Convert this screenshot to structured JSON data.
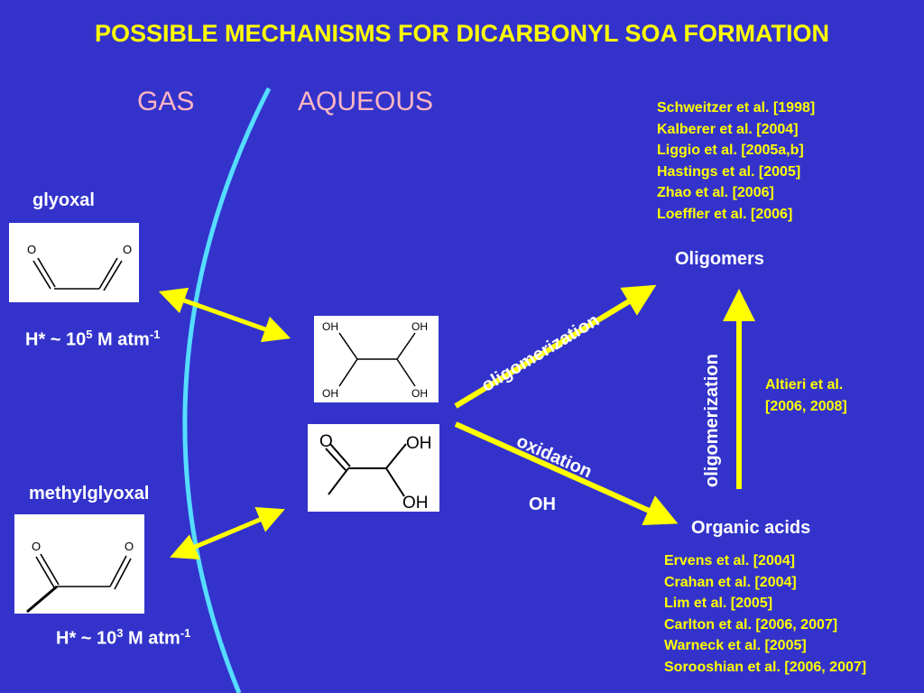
{
  "title": "POSSIBLE MECHANISMS FOR DICARBONYL SOA FORMATION",
  "phases": {
    "gas": "GAS",
    "aqueous": "AQUEOUS"
  },
  "species": {
    "glyoxal": "glyoxal",
    "methylglyoxal": "methylglyoxal",
    "oligomers": "Oligomers",
    "organic_acids": "Organic acids",
    "oh": "OH"
  },
  "henry": {
    "glyoxal": {
      "prefix": "H* ~ 10",
      "exp": "5",
      "unit": " M atm",
      "unit_exp": "-1"
    },
    "methylglyoxal": {
      "prefix": "H* ~ 10",
      "exp": "3",
      "unit": " M atm",
      "unit_exp": "-1"
    }
  },
  "process_labels": {
    "oligomerization_diag": "oligomerization",
    "oxidation": "oxidation",
    "oligomerization_vert": "oligomerization"
  },
  "structure_labels": {
    "oh": "OH",
    "o": "O"
  },
  "refs_oligomers": [
    "Schweitzer et al. [1998]",
    "Kalberer et al. [2004]",
    "Liggio et al. [2005a,b]",
    "Hastings et al. [2005]",
    "Zhao et al. [2006]",
    "Loeffler et al. [2006]"
  ],
  "refs_altieri": [
    "Altieri et al.",
    "[2006, 2008]"
  ],
  "refs_acids": [
    "Ervens et al. [2004]",
    "Crahan et al. [2004]",
    "Lim et al. [2005]",
    "Carlton et al. [2006, 2007]",
    "Warneck et al. [2005]",
    "Sorooshian et al. [2006, 2007]"
  ],
  "colors": {
    "background": "#3333cc",
    "title": "#ffff00",
    "phase": "#ffb6c1",
    "boundary": "#55ddff",
    "arrow": "#ffff00"
  }
}
